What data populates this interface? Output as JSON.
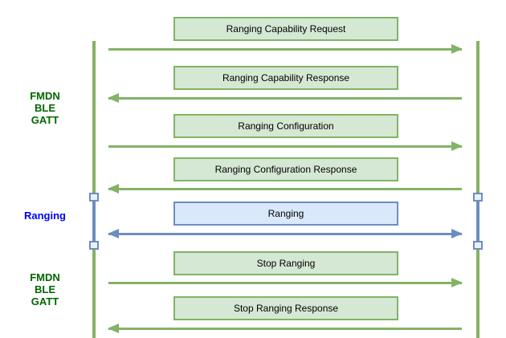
{
  "diagram": {
    "type": "sequence-diagram",
    "phases": [
      {
        "label": "FMDN\nBLE\nGATT",
        "color": "#006600"
      },
      {
        "label": "Ranging",
        "color": "#0000ff"
      },
      {
        "label": "FMDN\nBLE\nGATT",
        "color": "#006600"
      }
    ],
    "messages": [
      {
        "label": "Ranging Capability Request",
        "direction": "right",
        "style": "green"
      },
      {
        "label": "Ranging Capability Response",
        "direction": "left",
        "style": "green"
      },
      {
        "label": "Ranging Configuration",
        "direction": "right",
        "style": "green"
      },
      {
        "label": "Ranging Configuration Response",
        "direction": "left",
        "style": "green"
      },
      {
        "label": "Ranging",
        "direction": "both",
        "style": "blue"
      },
      {
        "label": "Stop Ranging",
        "direction": "right",
        "style": "green"
      },
      {
        "label": "Stop Ranging Response",
        "direction": "left",
        "style": "green"
      }
    ],
    "colors": {
      "green_fill": "#d5e8d4",
      "green_stroke": "#82b366",
      "blue_fill": "#dae8fc",
      "blue_stroke": "#6c8ebf",
      "green_text": "#006600",
      "blue_text": "#0000ff",
      "box_text": "#000000",
      "background": "#ffffff"
    }
  }
}
